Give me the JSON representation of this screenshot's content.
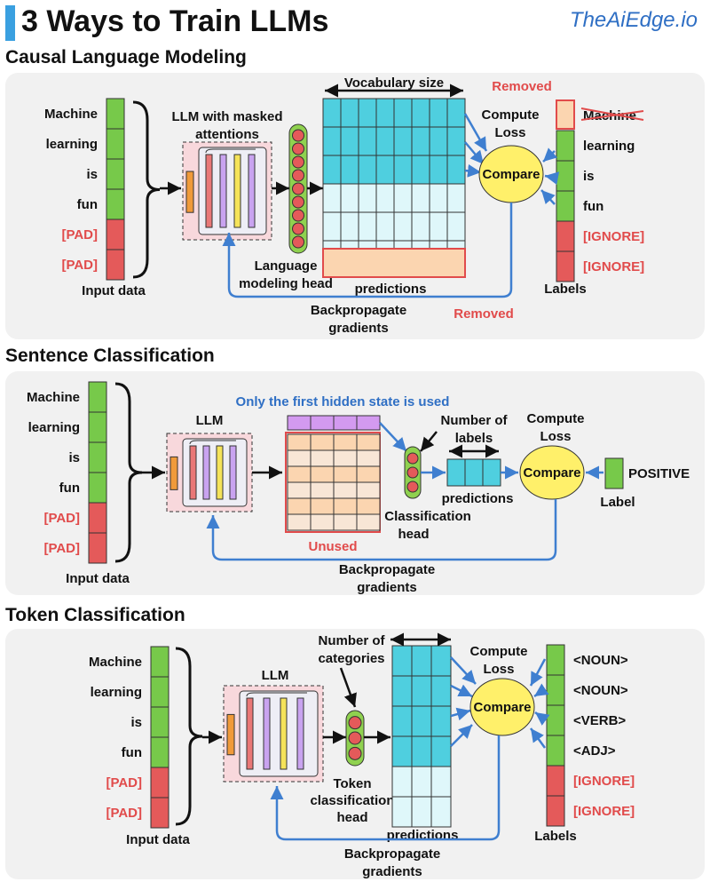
{
  "header": {
    "title": "3 Ways to Train LLMs",
    "brand": "TheAiEdge.io"
  },
  "colors": {
    "accent": "#3aa0e0",
    "green": "#77c94a",
    "red": "#e45a5a",
    "cyan": "#4fcfdf",
    "lightcyan": "#dff7fa",
    "peach": "#fbd5b0",
    "yellow": "#fff06a",
    "arrow": "#3f7fd0",
    "textRed": "#e14b4b",
    "textBlue": "#2f6fc4"
  },
  "causal": {
    "title": "Causal Language Modeling",
    "tokens": [
      "Machine",
      "learning",
      "is",
      "fun",
      "[PAD]",
      "[PAD]"
    ],
    "input_label": "Input data",
    "llm_label": [
      "LLM with masked",
      "attentions"
    ],
    "head_label": [
      "Language",
      "modeling head"
    ],
    "vocab_label": "Vocabulary size",
    "predictions": "predictions",
    "removed_top": "Removed",
    "removed_bottom": "Removed",
    "compute_loss": [
      "Compute",
      "Loss"
    ],
    "compare": "Compare",
    "labels": [
      "Machine",
      "learning",
      "is",
      "fun",
      "[IGNORE]",
      "[IGNORE]"
    ],
    "labels_title": "Labels",
    "backprop": [
      "Backpropagate",
      "gradients"
    ]
  },
  "sentence": {
    "title": "Sentence Classification",
    "tokens": [
      "Machine",
      "learning",
      "is",
      "fun",
      "[PAD]",
      "[PAD]"
    ],
    "input_label": "Input data",
    "llm_label": "LLM",
    "note": "Only the first hidden state is used",
    "unused": "Unused",
    "head_label": [
      "Classification",
      "head"
    ],
    "num_labels": [
      "Number of",
      "labels"
    ],
    "predictions": "predictions",
    "compute_loss": [
      "Compute",
      "Loss"
    ],
    "compare": "Compare",
    "label_value": "POSITIVE",
    "label_title": "Label",
    "backprop": [
      "Backpropagate",
      "gradients"
    ]
  },
  "token": {
    "title": "Token Classification",
    "tokens": [
      "Machine",
      "learning",
      "is",
      "fun",
      "[PAD]",
      "[PAD]"
    ],
    "input_label": "Input data",
    "llm_label": "LLM",
    "num_categories": [
      "Number of",
      "categories"
    ],
    "head_label": [
      "Token",
      "classification",
      "head"
    ],
    "predictions": "predictions",
    "compute_loss": [
      "Compute",
      "Loss"
    ],
    "compare": "Compare",
    "labels": [
      "<NOUN>",
      "<NOUN>",
      "<VERB>",
      "<ADJ>",
      "[IGNORE]",
      "[IGNORE]"
    ],
    "labels_title": "Labels",
    "backprop": [
      "Backpropagate",
      "gradients"
    ]
  }
}
